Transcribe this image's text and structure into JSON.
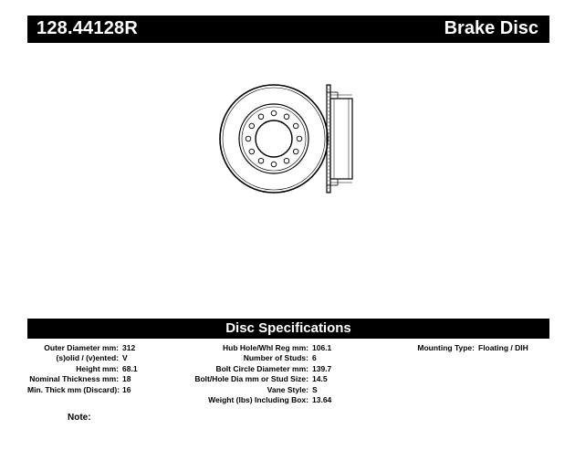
{
  "header": {
    "part_number": "128.44128R",
    "product_type": "Brake Disc"
  },
  "drawing": {
    "front_view_icon": "brake-disc-front-view",
    "side_view_icon": "brake-disc-side-view"
  },
  "specifications": {
    "heading": "Disc Specifications",
    "column1": [
      {
        "label": "Outer Diameter mm:",
        "value": "312"
      },
      {
        "label": "(s)olid / (v)ented:",
        "value": "V"
      },
      {
        "label": "Height mm:",
        "value": "68.1"
      },
      {
        "label": "Nominal Thickness mm:",
        "value": "18"
      },
      {
        "label": "Min. Thick mm (Discard):",
        "value": "16"
      }
    ],
    "column2": [
      {
        "label": "Hub Hole/Whl Reg mm:",
        "value": "106.1"
      },
      {
        "label": "Number of Studs:",
        "value": "6"
      },
      {
        "label": "Bolt Circle Diameter mm:",
        "value": "139.7"
      },
      {
        "label": "Bolt/Hole Dia mm or Stud Size:",
        "value": "14.5"
      },
      {
        "label": "Vane Style:",
        "value": "S"
      },
      {
        "label": "Weight (lbs) Including Box:",
        "value": "13.64"
      }
    ],
    "column3": [
      {
        "label": "Mounting Type:",
        "value": "Floating / DIH"
      }
    ]
  },
  "note": {
    "label": "Note:"
  }
}
